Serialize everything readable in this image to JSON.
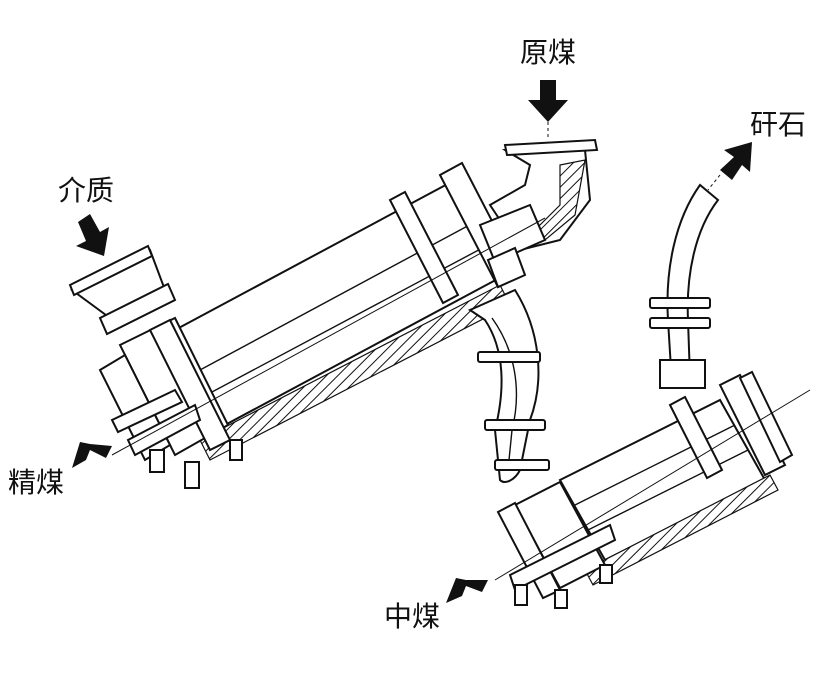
{
  "labels": {
    "raw_coal": "原煤",
    "medium": "介质",
    "gangue": "矸石",
    "clean_coal": "精煤",
    "middlings": "中煤"
  }
}
